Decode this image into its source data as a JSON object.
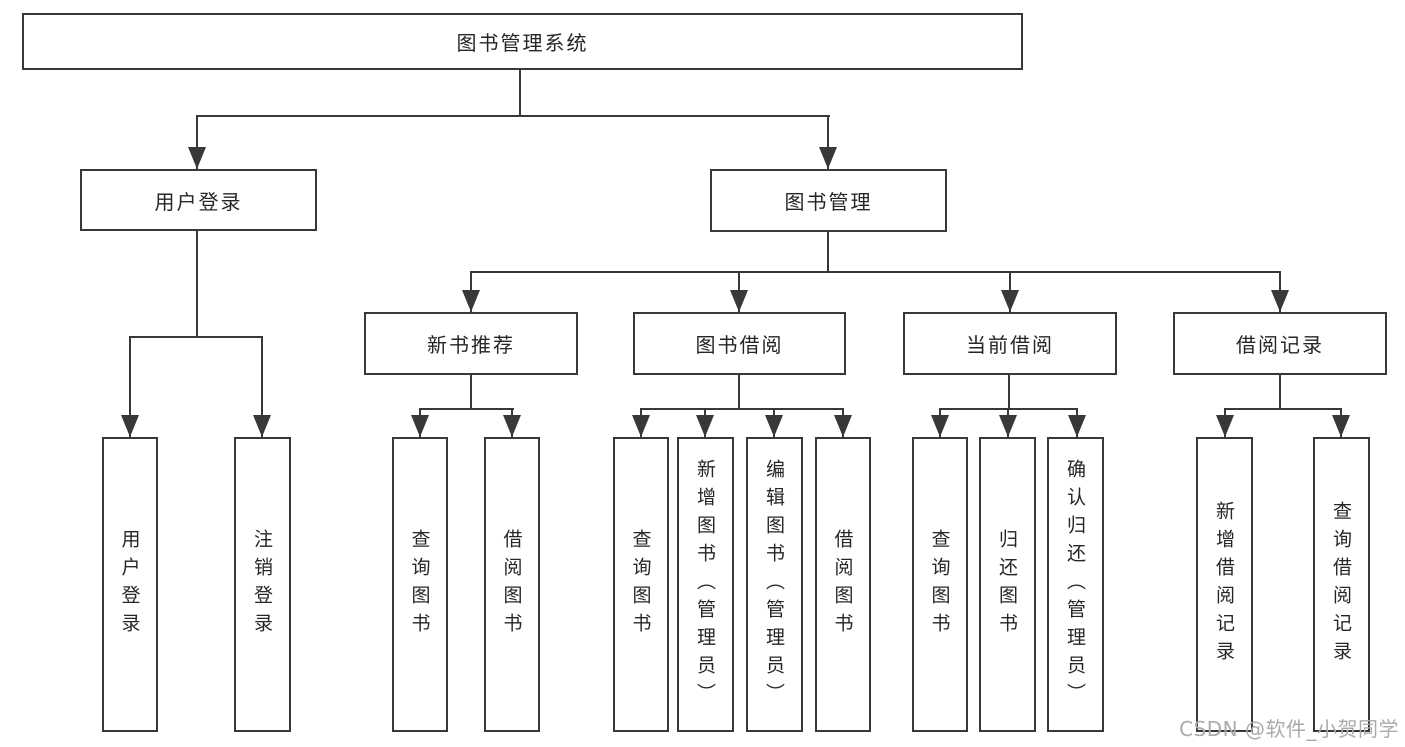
{
  "colors": {
    "line": "#383838",
    "box_border": "#383838",
    "box_fill": "#ffffff",
    "text": "#262626",
    "watermark": "#ababab",
    "background": "#ffffff"
  },
  "tree": {
    "label": "图书管理系统",
    "children": [
      {
        "label": "用户登录",
        "children": [
          {
            "label": "用户登录"
          },
          {
            "label": "注销登录"
          }
        ]
      },
      {
        "label": "图书管理",
        "children": [
          {
            "label": "新书推荐",
            "children": [
              {
                "label": "查询图书"
              },
              {
                "label": "借阅图书"
              }
            ]
          },
          {
            "label": "图书借阅",
            "children": [
              {
                "label": "查询图书"
              },
              {
                "label": "新增图书（管理员）"
              },
              {
                "label": "编辑图书（管理员）"
              },
              {
                "label": "借阅图书"
              }
            ]
          },
          {
            "label": "当前借阅",
            "children": [
              {
                "label": "查询图书"
              },
              {
                "label": "归还图书"
              },
              {
                "label": "确认归还（管理员）"
              }
            ]
          },
          {
            "label": "借阅记录",
            "children": [
              {
                "label": "新增借阅记录"
              },
              {
                "label": "查询借阅记录"
              }
            ]
          }
        ]
      }
    ]
  },
  "watermark": {
    "text": "CSDN @软件_小贺同学"
  }
}
